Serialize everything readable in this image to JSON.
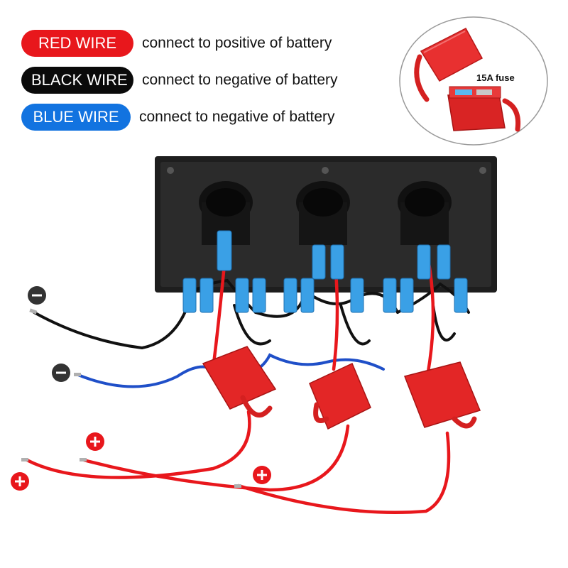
{
  "legend": {
    "items": [
      {
        "pill_text": "RED WIRE",
        "description": "connect to positive of battery",
        "color": "#e8171c"
      },
      {
        "pill_text": "BLACK WIRE",
        "description": "connect to negative of battery",
        "color": "#0a0a0a"
      },
      {
        "pill_text": "BLUE WIRE",
        "description": "connect to negative of battery",
        "color": "#1273e0"
      }
    ]
  },
  "inset": {
    "label": "15A fuse"
  },
  "terminals": {
    "negative_symbol": "−",
    "positive_symbol": "+"
  },
  "colors": {
    "red_wire": "#e8171c",
    "black_wire": "#111111",
    "blue_wire": "#1f4fc8",
    "fuse_holder": "#e32626",
    "panel": "#2a2a2a",
    "spade_connector": "#3aa0e6",
    "negative_badge": "#333333",
    "positive_badge": "#e8171c"
  }
}
